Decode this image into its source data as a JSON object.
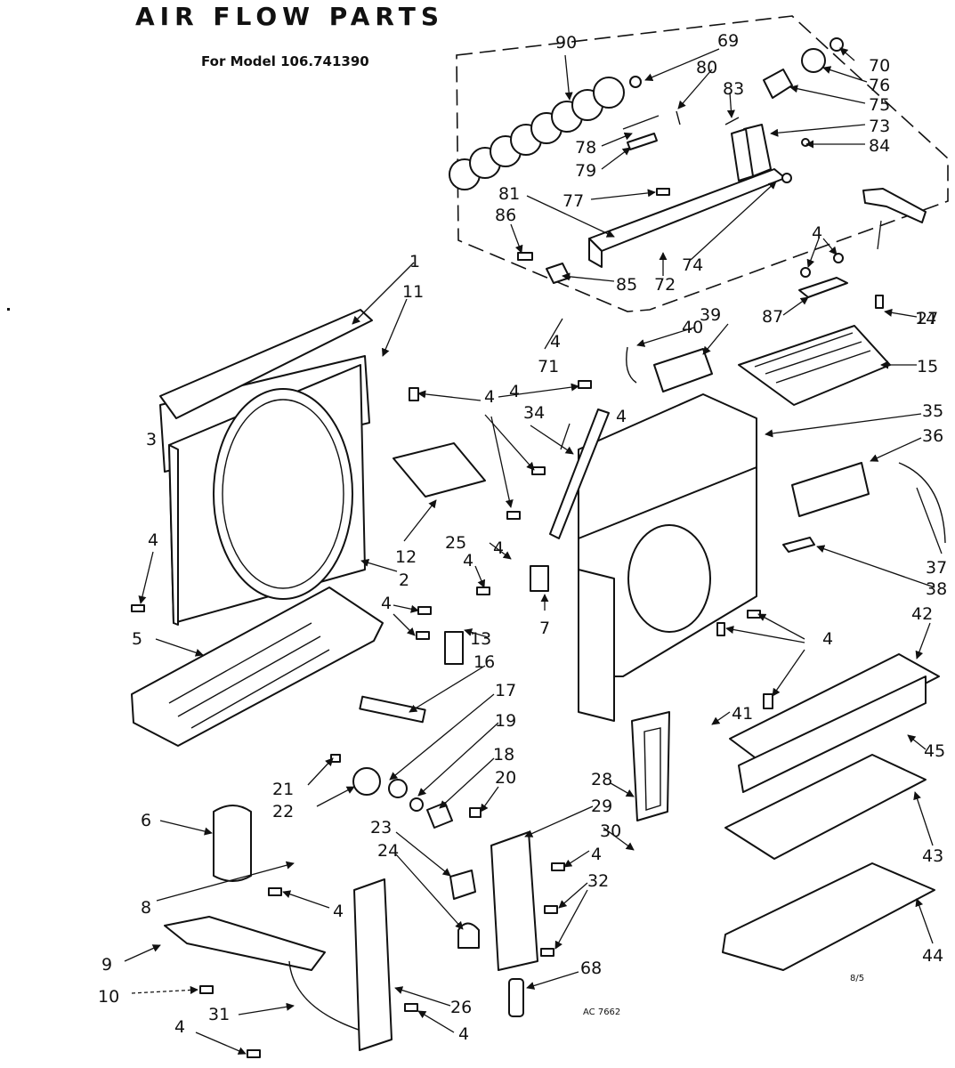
{
  "title": "AIR FLOW PARTS",
  "subtitle": "For Model 106.741390",
  "drawing_code": "AC 7662",
  "page_mark": "8/5",
  "part_numbers": [
    "1",
    "11",
    "2",
    "3",
    "4",
    "4",
    "4",
    "4",
    "4",
    "4",
    "4",
    "4",
    "4",
    "4",
    "4",
    "4",
    "4",
    "4",
    "5",
    "6",
    "7",
    "8",
    "9",
    "10",
    "12",
    "13",
    "14",
    "15",
    "16",
    "17",
    "18",
    "19",
    "20",
    "21",
    "22",
    "23",
    "24",
    "25",
    "26",
    "27",
    "28",
    "29",
    "30",
    "31",
    "32",
    "34",
    "35",
    "36",
    "37",
    "38",
    "39",
    "40",
    "41",
    "42",
    "43",
    "44",
    "45",
    "68",
    "69",
    "70",
    "71",
    "72",
    "73",
    "74",
    "75",
    "76",
    "77",
    "78",
    "79",
    "80",
    "81",
    "83",
    "84",
    "85",
    "86",
    "87",
    "90"
  ]
}
